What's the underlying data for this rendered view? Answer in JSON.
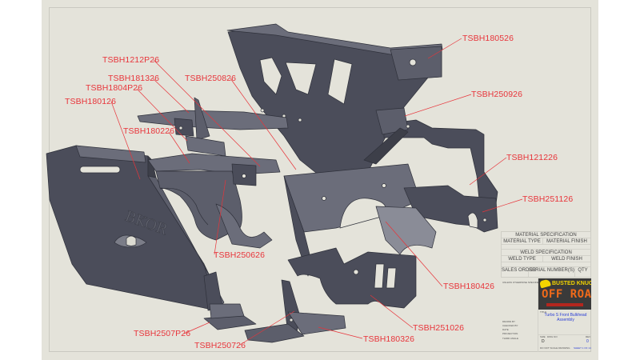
{
  "drawing": {
    "part_color": "#4b4d5a",
    "part_light_color": "#6b6d7a",
    "part_edge_color": "#2f313b",
    "sheet_color": "#e4e3da",
    "callout_color": "#e8343a",
    "embossed_text": "BKOR"
  },
  "callouts": [
    {
      "id": "c1",
      "label": "TSBH180526"
    },
    {
      "id": "c2",
      "label": "TSBH1212P26"
    },
    {
      "id": "c3",
      "label": "TSBH181326"
    },
    {
      "id": "c4",
      "label": "TSBH250826"
    },
    {
      "id": "c5",
      "label": "TSBH1804P26"
    },
    {
      "id": "c6",
      "label": "TSBH180126"
    },
    {
      "id": "c7",
      "label": "TSBH250926"
    },
    {
      "id": "c8",
      "label": "TSBH180226"
    },
    {
      "id": "c9",
      "label": "TSBH121226"
    },
    {
      "id": "c10",
      "label": "TSBH251126"
    },
    {
      "id": "c11",
      "label": "TSBH250626"
    },
    {
      "id": "c12",
      "label": "TSBH180426"
    },
    {
      "id": "c13",
      "label": "TSBH251026"
    },
    {
      "id": "c14",
      "label": "TSBH2507P26"
    },
    {
      "id": "c15",
      "label": "TSBH180326"
    },
    {
      "id": "c16",
      "label": "TSBH250726"
    }
  ],
  "title_block": {
    "material_spec": "MATERIAL SPECIFICATION",
    "material_type": "MATERIAL TYPE",
    "material_finish": "MATERIAL FINISH",
    "weld_spec": "WELD SPECIFICATION",
    "weld_type": "WELD TYPE",
    "weld_finish": "WELD FINISH",
    "sales_order": "SALES ORDER",
    "serial_numbers": "SERIAL NUMBER(S)",
    "qty": "QTY",
    "unless_specified": "UNLESS OTHERWISE SPECIFIED",
    "drawn_by": "DRAWN BY",
    "checked_by": "CHECKED BY",
    "date": "DATE",
    "projection": "PROJECTION",
    "third_angle": "THIRD ANGLE",
    "title_label": "TITLE",
    "title": "Turbo S Front Bulkhead Assembly",
    "size_label": "SIZE",
    "size": "D",
    "dwg_no_label": "DWG NO",
    "rev_label": "REV",
    "rev": "0",
    "do_not_scale": "DO NOT SCALE DRAWING",
    "sheet": "SHEET 1 OF 14",
    "logo_top": "BUSTED KNUCKLE",
    "logo_main": "OFF ROAD"
  }
}
